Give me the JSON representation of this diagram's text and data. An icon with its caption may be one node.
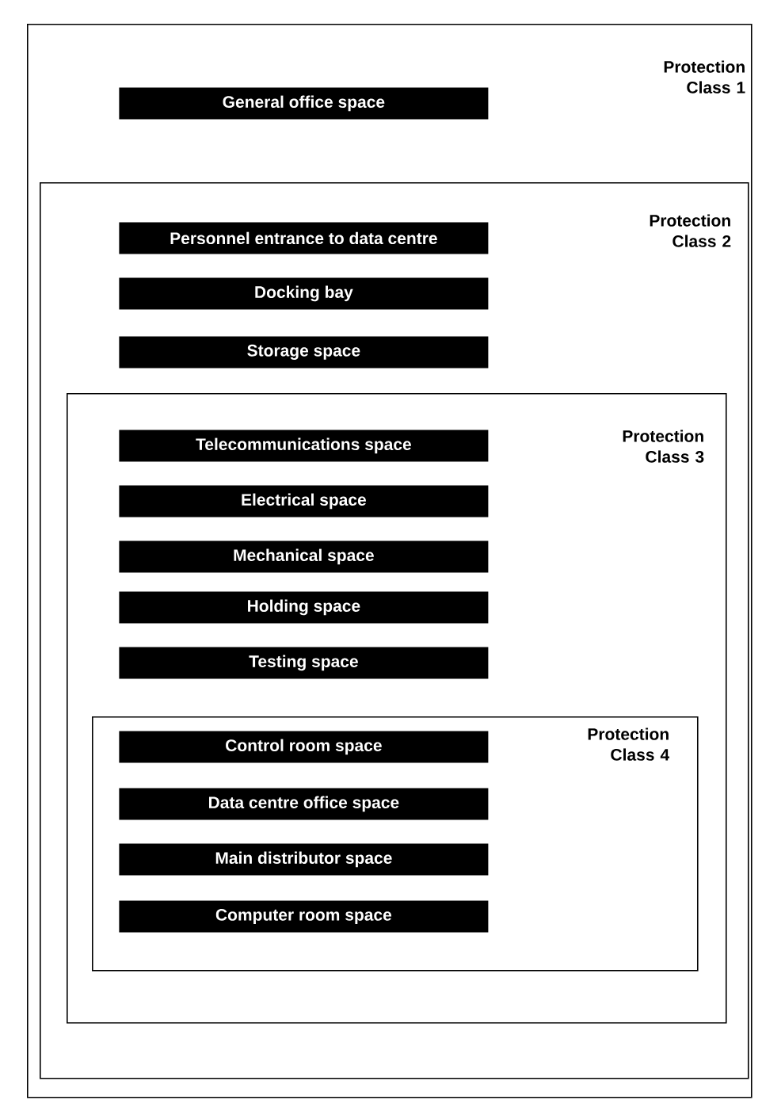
{
  "diagram": {
    "nodes": [
      {
        "text": [
          "Protection Class 1"
        ]
      },
      {
        "text": [
          "General office space"
        ],
        "in": 0
      },
      {
        "text": [
          "Protection Class 2"
        ],
        "in": 0
      },
      {
        "text": [
          "Personnel entrance to data centre"
        ],
        "in": 2
      },
      {
        "text": [
          "Docking bay"
        ],
        "in": 2
      },
      {
        "text": [
          "Storage space"
        ],
        "in": 2
      },
      {
        "text": [
          "Protection Class 3"
        ],
        "in": 2
      },
      {
        "text": [
          "Telecommunications space"
        ],
        "in": 6
      },
      {
        "text": [
          "Electrical space"
        ],
        "in": 6
      },
      {
        "text": [
          "Mechanical space"
        ],
        "in": 6
      },
      {
        "text": [
          "Holding space"
        ],
        "in": 6
      },
      {
        "text": [
          "Testing space"
        ],
        "in": 6
      },
      {
        "text": [
          "Protection Class 4"
        ],
        "in": 6
      },
      {
        "text": [
          "Control room space"
        ],
        "in": 12
      },
      {
        "text": [
          "Data centre office space"
        ],
        "in": 12
      },
      {
        "text": [
          "Main distributor space"
        ],
        "in": 12
      },
      {
        "text": [
          "Computer room space"
        ],
        "in": 12
      }
    ],
    "edges": []
  }
}
